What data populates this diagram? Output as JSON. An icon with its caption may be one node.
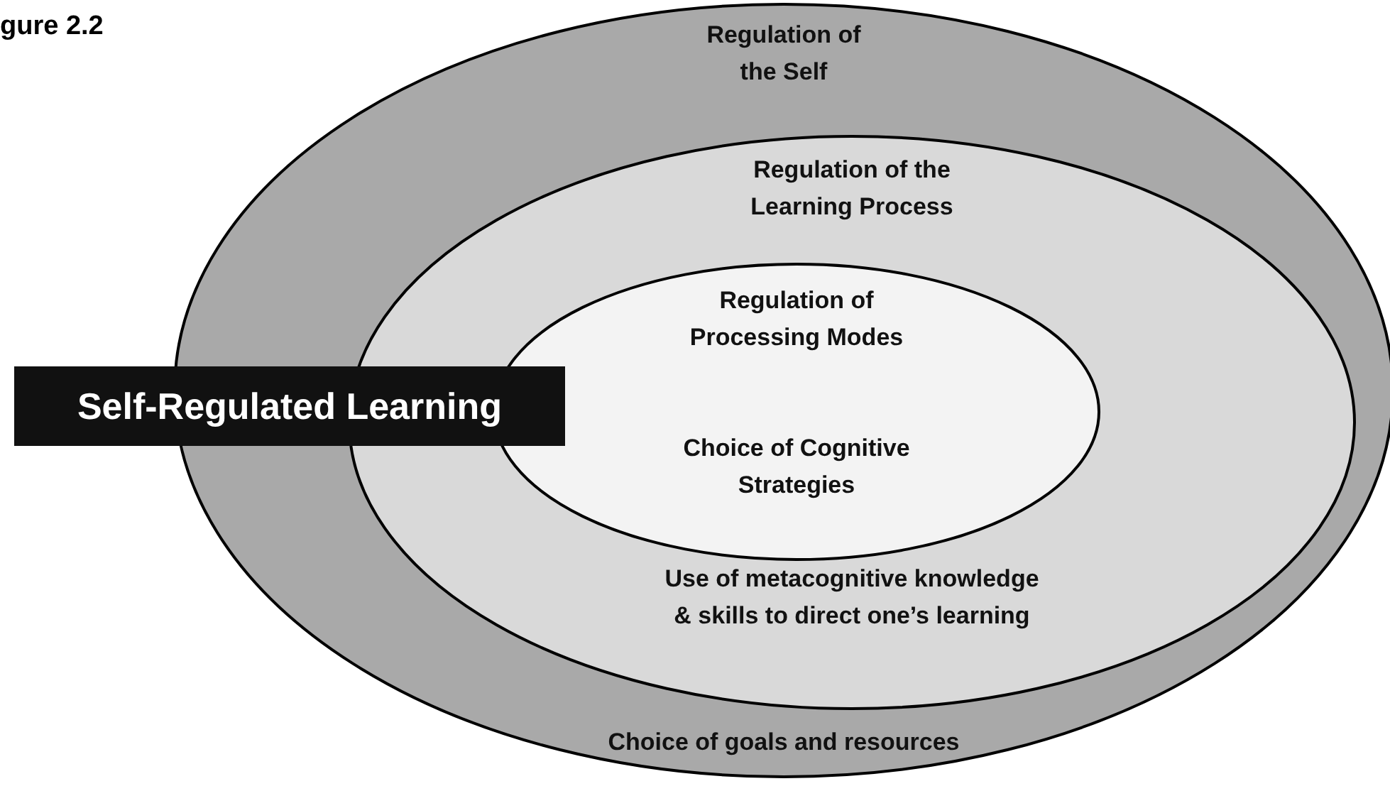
{
  "diagram": {
    "title": "gure 2.2",
    "nodes": [
      {
        "text": [
          "Regulation of the Self",
          "Choice of goals and resources"
        ]
      },
      {
        "text": [
          "Regulation of the Learning Process",
          "Use of metacognitive knowledge & skills to direct one’s learning"
        ],
        "in": 0
      },
      {
        "text": [
          "Regulation of Processing Modes",
          "Choice of Cognitive Strategies"
        ],
        "in": 1
      },
      {
        "text": [
          "Self-Regulated Learning"
        ]
      }
    ],
    "edges": []
  }
}
